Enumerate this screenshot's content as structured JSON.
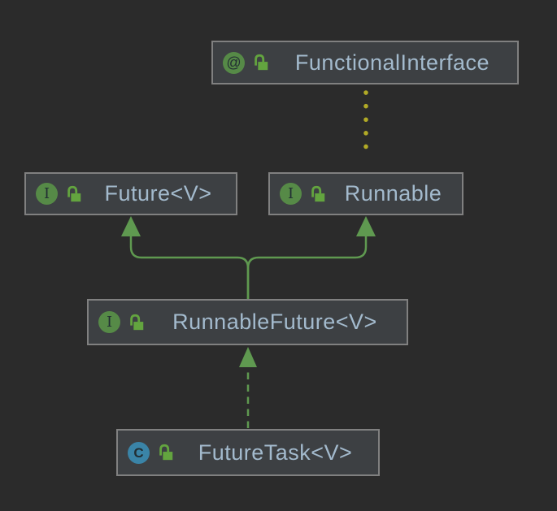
{
  "diagram": {
    "nodes": [
      {
        "label": "FunctionalInterface",
        "kind": "annotation",
        "icon_letter": "@",
        "visibility": "public-unlocked"
      },
      {
        "label": "Future<V>",
        "kind": "interface",
        "icon_letter": "I",
        "visibility": "public-unlocked"
      },
      {
        "label": "Runnable",
        "kind": "interface",
        "icon_letter": "I",
        "visibility": "public-unlocked"
      },
      {
        "label": "RunnableFuture<V>",
        "kind": "interface",
        "icon_letter": "I",
        "visibility": "public-unlocked"
      },
      {
        "label": "FutureTask<V>",
        "kind": "class",
        "icon_letter": "C",
        "visibility": "public-unlocked"
      }
    ],
    "edges": [
      {
        "from": "RunnableFuture<V>",
        "to": "Future<V>",
        "relation": "extends",
        "style": "solid-green-arrow"
      },
      {
        "from": "RunnableFuture<V>",
        "to": "Runnable",
        "relation": "extends",
        "style": "solid-green-arrow"
      },
      {
        "from": "FutureTask<V>",
        "to": "RunnableFuture<V>",
        "relation": "implements",
        "style": "dashed-green-arrow"
      },
      {
        "from": "FunctionalInterface",
        "to": "Runnable",
        "relation": "annotation-link",
        "style": "dotted-yellow"
      }
    ],
    "colors": {
      "background": "#2b2b2b",
      "node_fill": "#3d4043",
      "node_border": "#808080",
      "node_text": "#a3bacd",
      "edge_green": "#5f9950",
      "dotted_yellow": "#b1aa26",
      "interface_icon_green": "#568a47",
      "class_icon_blue": "#3a84a7",
      "lock_green": "#63a43f"
    }
  }
}
